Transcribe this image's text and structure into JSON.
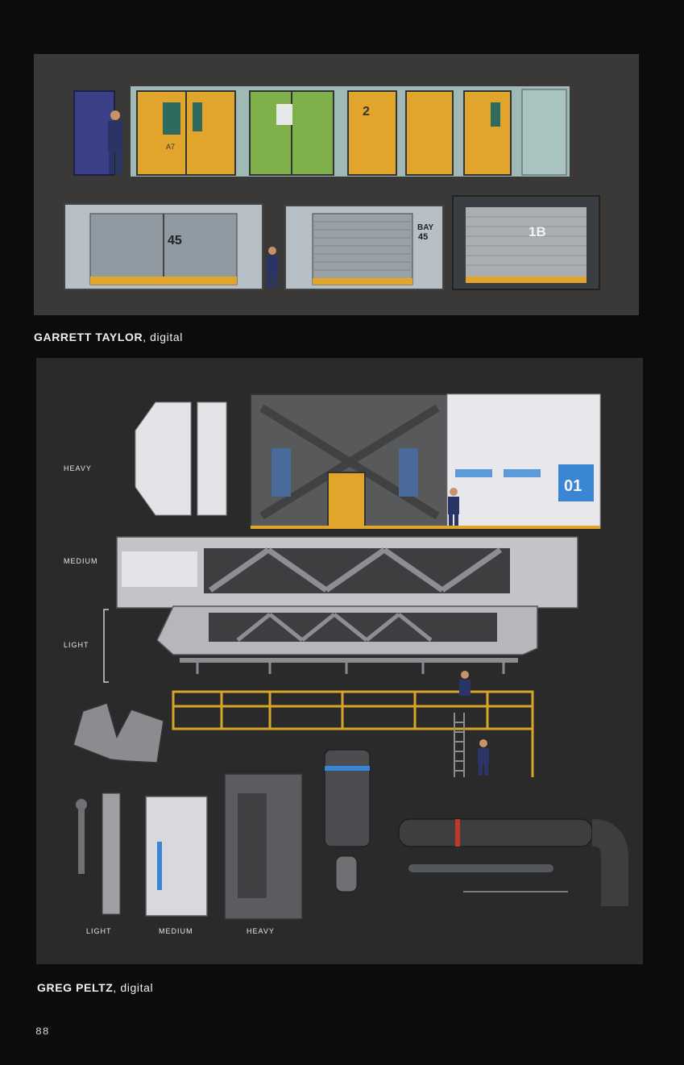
{
  "artworks": [
    {
      "artist": "GARRETT TAYLOR",
      "medium": "digital",
      "door_numbers": [
        "A7",
        "2",
        "45",
        "BAY",
        "45",
        "1B"
      ]
    },
    {
      "artist": "GREG PELTZ",
      "medium": "digital",
      "row_labels": [
        "HEAVY",
        "MEDIUM",
        "LIGHT"
      ],
      "column_labels": [
        "LIGHT",
        "MEDIUM",
        "HEAVY"
      ],
      "panel_number": "01"
    }
  ],
  "page_number": "88",
  "colors": {
    "page_background": "#0c0c0d",
    "door_yellow": "#e0a52a",
    "door_green": "#7fb04a",
    "door_blue": "#3b3f88",
    "accent_blue": "#3a86d4",
    "rail_yellow": "#d7a628"
  }
}
